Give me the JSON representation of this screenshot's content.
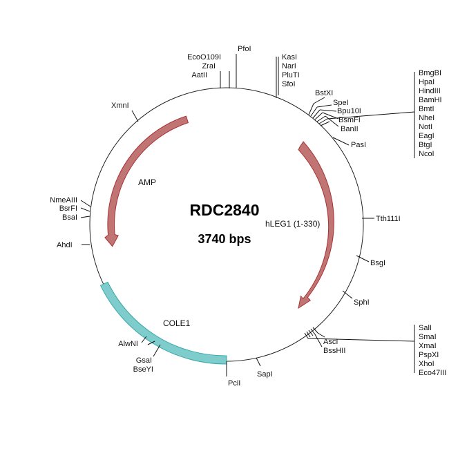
{
  "plasmid": {
    "name": "RDC2840",
    "size_label": "3740 bps",
    "backbone_color": "#222222",
    "tick_color": "#111111"
  },
  "features": [
    {
      "id": "amp",
      "label": "AMP",
      "type": "arrow",
      "color": "#c07474",
      "stroke": "#a83232"
    },
    {
      "id": "hleg1",
      "label": "hLEG1 (1-330)",
      "type": "arrow",
      "color": "#c07474",
      "stroke": "#a83232"
    },
    {
      "id": "cole1",
      "label": "COLE1",
      "type": "block",
      "color": "#7fcccc",
      "stroke": "#3aa8a8"
    }
  ],
  "sites": {
    "single": [
      "PfoI",
      "XmnI",
      "PasI",
      "Tth111I",
      "BsgI",
      "SphI",
      "SapI",
      "PciI",
      "AhdI"
    ],
    "group_top_left": [
      "EcoO109I",
      "ZraI",
      "AatII"
    ],
    "group_top_right": [
      "KasI",
      "NarI",
      "PluTI",
      "SfoI"
    ],
    "group_bstxi": [
      "BstXI",
      "SpeI",
      "Bpu10I",
      "BsmFI",
      "BanII"
    ],
    "group_mcs1": [
      "BmgBI",
      "HpaI",
      "HindIII",
      "BamHI",
      "BmtI",
      "NheI",
      "NotI",
      "EagI",
      "BtgI",
      "NcoI"
    ],
    "group_left": [
      "NmeAIII",
      "BsrFI",
      "BsaI"
    ],
    "group_mcs2": [
      "AscI",
      "BssHII"
    ],
    "group_mcs3": [
      "SalI",
      "SmaI",
      "XmaI",
      "PspXI",
      "XhoI",
      "Eco47III"
    ],
    "group_bottom_left": [
      "AlwNI",
      "GsaI",
      "BseYI"
    ]
  }
}
